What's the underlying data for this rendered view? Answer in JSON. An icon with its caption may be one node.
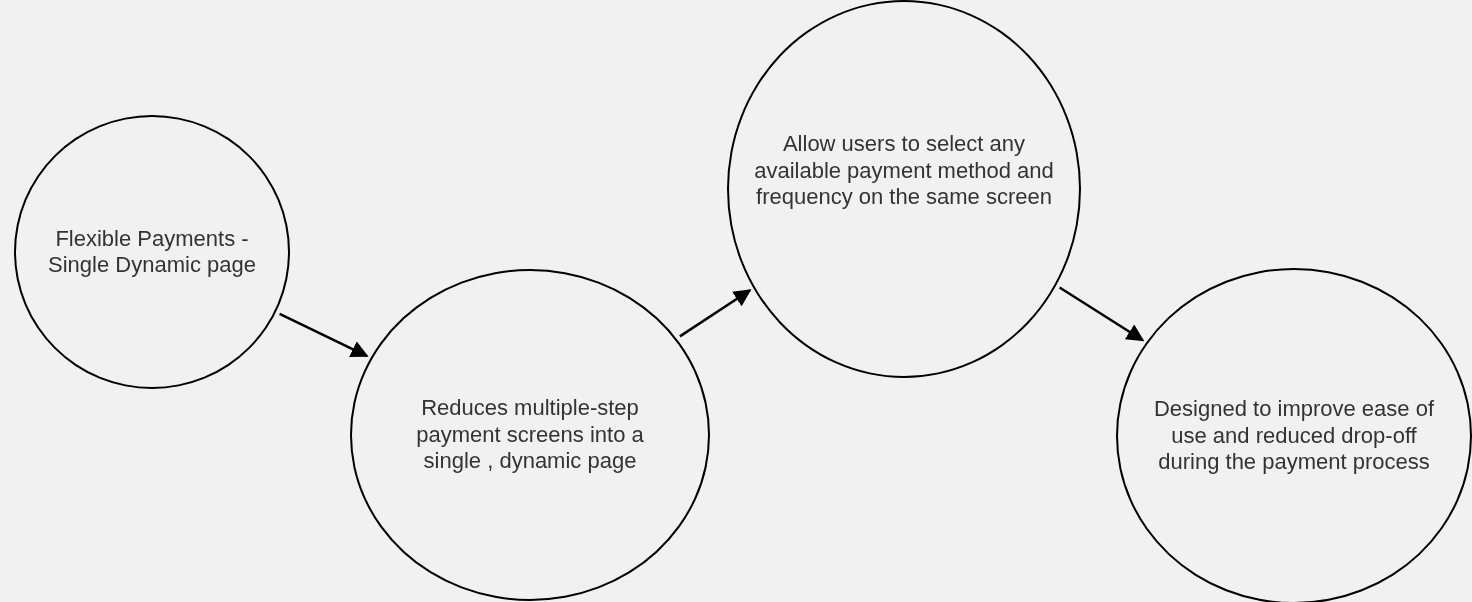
{
  "diagram": {
    "nodes": [
      {
        "text": [
          "Flexible Payments - Single Dynamic page"
        ]
      },
      {
        "text": [
          "Reduces multiple-step payment screens into a single , dynamic page"
        ]
      },
      {
        "text": [
          "Allow users to select any available payment method and frequency on the same screen"
        ]
      },
      {
        "text": [
          "Designed to improve ease of use and reduced drop-off during the payment process"
        ]
      }
    ],
    "edges": [
      {
        "from": 0,
        "to": 1,
        "arrow": "to"
      },
      {
        "from": 1,
        "to": 2,
        "arrow": "to"
      },
      {
        "from": 2,
        "to": 3,
        "arrow": "to"
      }
    ]
  }
}
